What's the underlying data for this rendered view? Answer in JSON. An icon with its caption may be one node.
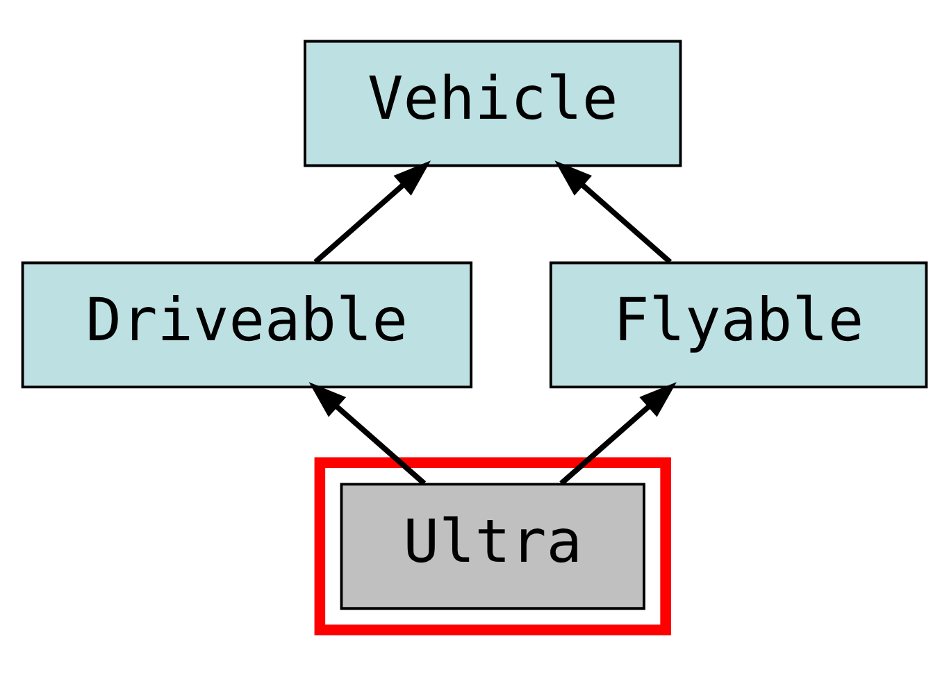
{
  "diagram": {
    "nodes": [
      {
        "text": [
          "Vehicle"
        ]
      },
      {
        "text": [
          "Driveable"
        ]
      },
      {
        "text": [
          "Flyable"
        ]
      },
      {
        "text": [],
        "shape": "box"
      },
      {
        "text": [
          "Ultra"
        ],
        "in": 3
      }
    ],
    "edges": [
      {
        "from": 1,
        "to": 0,
        "arrow": "to"
      },
      {
        "from": 2,
        "to": 0,
        "arrow": "to"
      },
      {
        "from": 4,
        "to": 1,
        "arrow": "to"
      },
      {
        "from": 4,
        "to": 2,
        "arrow": "to"
      }
    ]
  }
}
